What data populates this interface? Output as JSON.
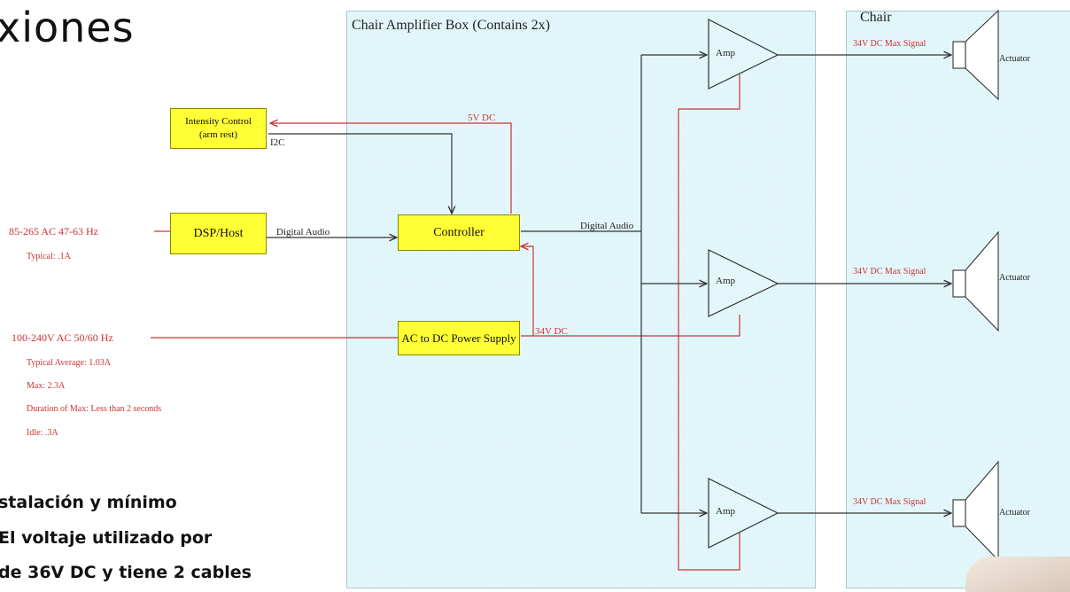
{
  "slide": {
    "title": "xiones",
    "body_lines": [
      "stalación y mínimo",
      "El voltaje utilizado por",
      "de 36V DC y tiene 2 cables"
    ]
  },
  "regions": {
    "amplifier_box": "Chair Amplifier Box (Contains 2x)",
    "chair": "Chair"
  },
  "blocks": {
    "intensity_control": [
      "Intensity Control",
      "(arm rest)"
    ],
    "dsp_host": "DSP/Host",
    "controller": "Controller",
    "power_supply": "AC to DC Power Supply",
    "amp": "Amp",
    "actuator": "Actuator"
  },
  "connections": {
    "five_v_dc": "5V DC",
    "i2c": "I2C",
    "digital_audio_in": "Digital Audio",
    "digital_audio_out": "Digital Audio",
    "thirty_four_v_dc": "34V DC",
    "signal": "34V DC Max Signal"
  },
  "host_power": {
    "spec": "85-265 AC   47-63 Hz",
    "typical": "Typical: .1A"
  },
  "psu_power": {
    "spec": "100-240V AC   50/60 Hz",
    "typical_average": "Typical Average: 1.03A",
    "max": "Max: 2.3A",
    "duration_of_max": "Duration of Max: Less than 2 seconds",
    "idle": "Idle: .3A"
  },
  "colors": {
    "region_fill": "#e3f7fb",
    "block_fill": "#ffff33",
    "power_line": "#cc3333",
    "signal_line": "#333333"
  }
}
